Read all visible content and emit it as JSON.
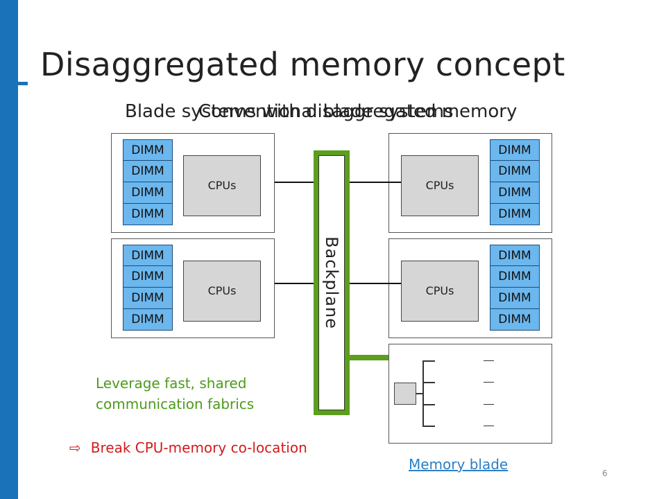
{
  "slide": {
    "title": "Disaggregated memory concept",
    "subtitle_back": "Blade systems with disaggregated memory",
    "subtitle_front": "Conventional blade systems",
    "page_number": "6"
  },
  "blades": {
    "dimm_label": "DIMM",
    "cpu_label": "CPUs"
  },
  "backplane": {
    "label": "Backplane"
  },
  "callouts": {
    "leverage_line1": "Leverage fast, shared",
    "leverage_line2": "communication fabrics",
    "break_arrow": "⇨",
    "break_text": "Break CPU-memory co-location",
    "memory_blade": "Memory blade"
  },
  "colors": {
    "accent_blue": "#1a72b8",
    "dimm_fill": "#6bb7ee",
    "fabric_green": "#5c9e1e",
    "alert_red": "#d41a1a"
  }
}
